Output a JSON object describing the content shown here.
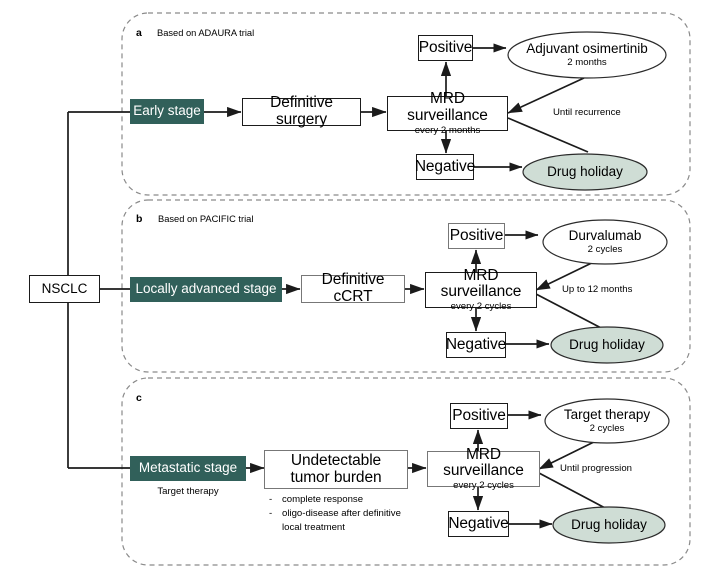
{
  "diagram": {
    "title_node": {
      "label": "NSCLC"
    },
    "colors": {
      "stage_green": "#31605A",
      "drug_holiday_fill": "#CFDDD5",
      "line": "#1b1b1b",
      "panel_border": "#8a8a8a"
    },
    "panels": [
      {
        "letter": "a",
        "caption": "Based on ADAURA trial",
        "stage": "Early stage",
        "treatment": "Definitive surgery",
        "surveillance": {
          "title": "MRD surveillance",
          "sub": "every 2 months"
        },
        "positive": "Positive",
        "negative": "Negative",
        "therapy": {
          "title": "Adjuvant osimertinib",
          "sub": "2 months"
        },
        "holiday": "Drug holiday",
        "loop_label": "Until recurrence"
      },
      {
        "letter": "b",
        "caption": "Based on PACIFIC trial",
        "stage": "Locally advanced stage",
        "treatment": "Definitive cCRT",
        "surveillance": {
          "title": "MRD surveillance",
          "sub": "every 2 cycles"
        },
        "positive": "Positive",
        "negative": "Negative",
        "therapy": {
          "title": "Durvalumab",
          "sub": "2 cycles"
        },
        "holiday": "Drug holiday",
        "loop_label": "Up to 12 months"
      },
      {
        "letter": "c",
        "caption": "",
        "stage": "Metastatic stage",
        "stage_caption": "Target therapy",
        "treatment_line1": "Undetectable",
        "treatment_line2": "tumor burden",
        "treatment_bullets": [
          "complete response",
          "oligo-disease after definitive",
          "local treatment"
        ],
        "surveillance": {
          "title": "MRD surveillance",
          "sub": "every 2 cycles"
        },
        "positive": "Positive",
        "negative": "Negative",
        "therapy": {
          "title": "Target therapy",
          "sub": "2 cycles"
        },
        "holiday": "Drug holiday",
        "loop_label": "Until progression"
      }
    ]
  }
}
